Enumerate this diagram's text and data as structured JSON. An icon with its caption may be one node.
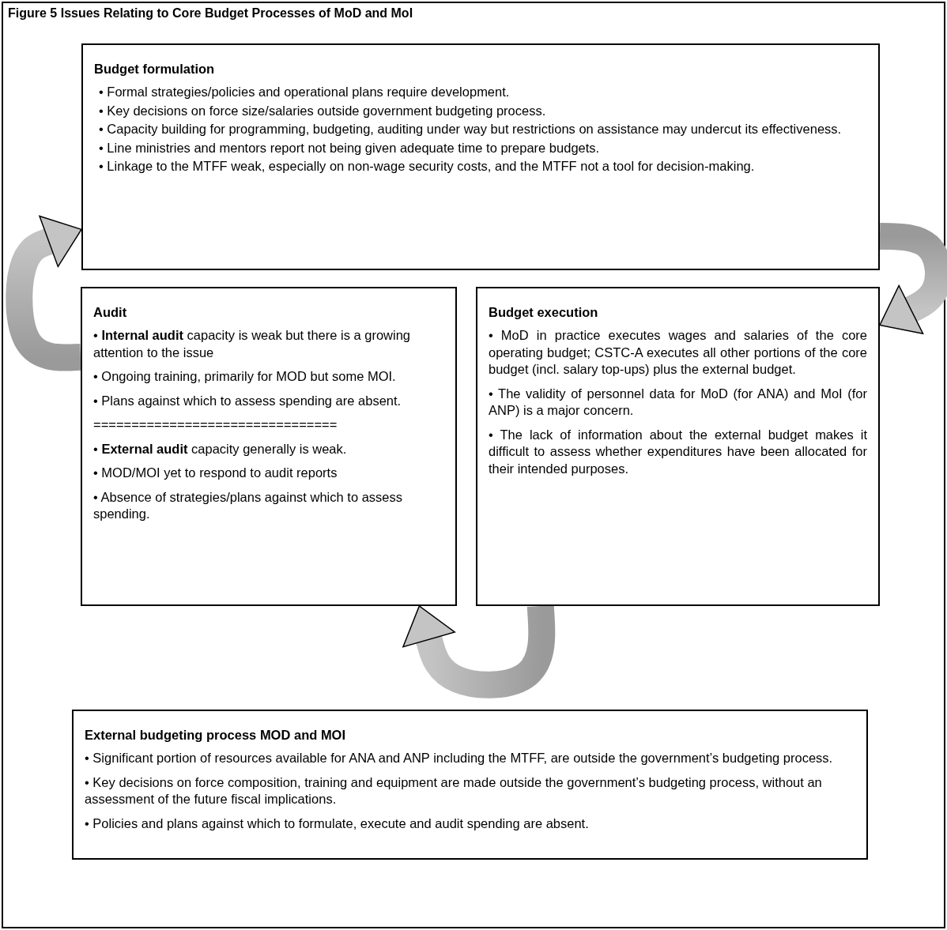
{
  "diagram": {
    "title": "Figure 5 Issues Relating to Core Budget Processes of MoD and MoI",
    "nodes": [
      {
        "text": [
          "Budget formulation",
          "• Formal strategies/policies and operational plans require development.",
          "• Key decisions on force size/salaries outside government budgeting process.",
          "• Capacity building for programming, budgeting, auditing under way but restrictions on assistance may undercut its effectiveness.",
          "• Line ministries and mentors report not being given adequate time to prepare budgets.",
          "• Linkage to the MTFF weak, especially on non-wage security costs, and the MTFF not a tool for decision-making."
        ]
      },
      {
        "text": [
          "Audit",
          "• **Internal audit** capacity is weak but there is a growing attention to the issue",
          "• Ongoing training, primarily for MOD but some MOI.",
          "• Plans against which to assess spending are absent.",
          "================================",
          "• **External audit** capacity generally is weak.",
          "• MOD/MOI yet to respond to audit reports",
          "• Absence of strategies/plans against which to assess spending."
        ]
      },
      {
        "text": [
          "Budget execution",
          "• MoD in practice executes wages and salaries of the core operating budget; CSTC-A executes all other portions of the core budget (incl. salary top-ups) plus the external budget.",
          "• The validity of personnel data for MoD (for ANA) and MoI (for ANP) is a major concern.",
          "• The lack of information about the external budget makes it difficult to assess whether expenditures have been allocated for their intended purposes."
        ]
      },
      {
        "text": [
          "External budgeting process MOD and MOI",
          "• Significant portion of resources available for ANA and ANP including the MTFF, are outside the government’s budgeting process.",
          "• Key decisions on force composition, training and equipment are made outside the government’s budgeting process, without an assessment of the future fiscal implications.",
          "• Policies and plans against which to formulate, execute and audit spending are absent."
        ]
      }
    ],
    "edges": [
      {
        "from": 0,
        "to": 2,
        "arrow": "to"
      },
      {
        "from": 2,
        "to": 1,
        "arrow": "to"
      },
      {
        "from": 1,
        "to": 0,
        "arrow": "to"
      }
    ]
  }
}
